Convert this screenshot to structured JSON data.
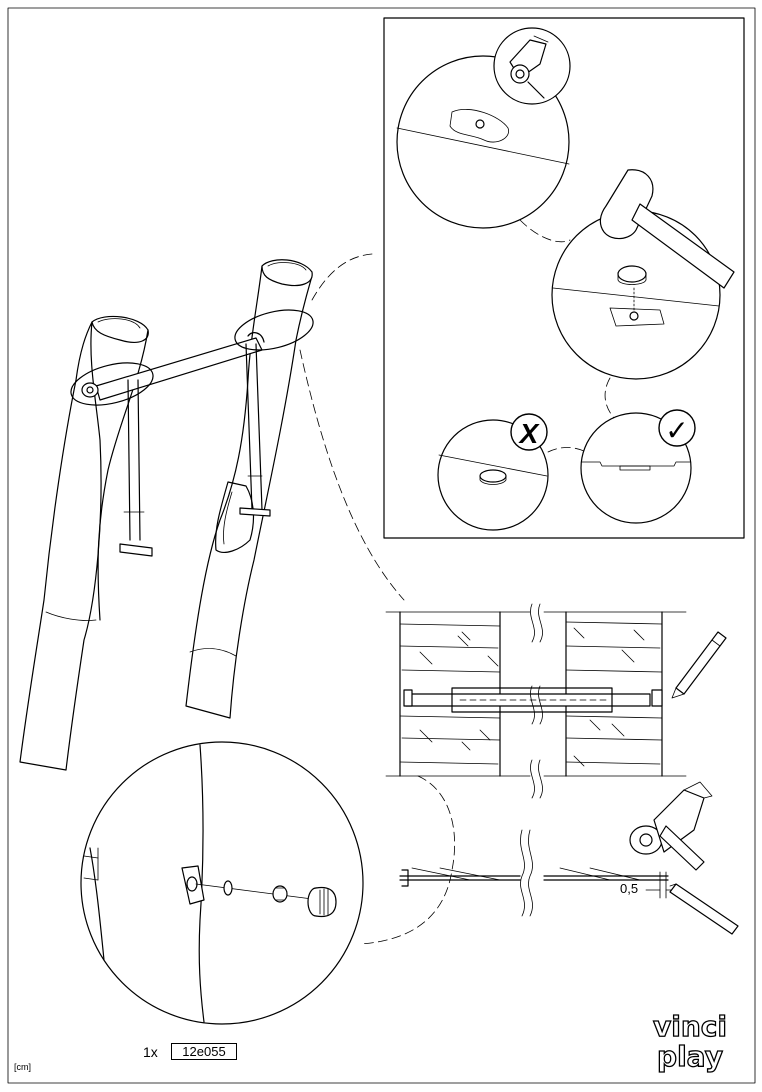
{
  "parts": {
    "quantity": "1x",
    "code": "12e055"
  },
  "unit": "[cm]",
  "measurement": "0,5",
  "brand": "vinci play",
  "checks": {
    "wrong_mark": "X",
    "right_mark": "✓"
  },
  "colors": {
    "line": "#000000",
    "background": "#ffffff",
    "hatch": "#777777"
  }
}
